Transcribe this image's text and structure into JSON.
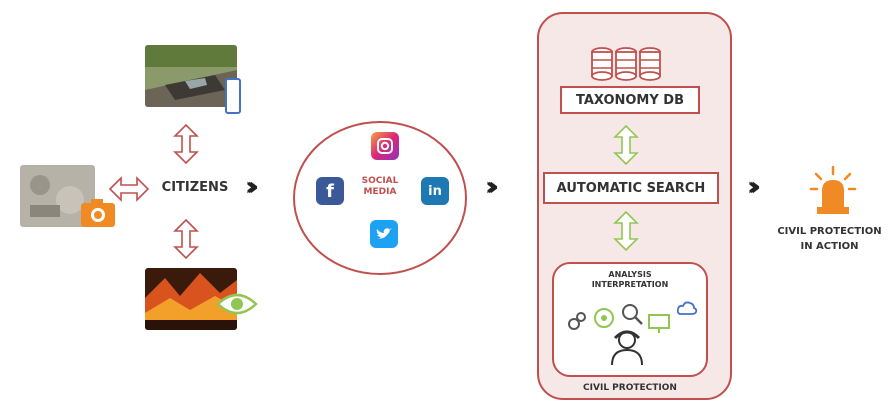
{
  "citizens": {
    "label": "CITIZENS"
  },
  "social": {
    "label_line1": "SOCIAL",
    "label_line2": "MEDIA",
    "facebook_glyph": "f",
    "linkedin_glyph": "in"
  },
  "panel": {
    "taxonomy": "TAXONOMY DB",
    "search": "AUTOMATIC SEARCH",
    "analysis_line1": "ANALYSIS",
    "analysis_line2": "INTERPRETATION",
    "footer": "CIVIL PROTECTION"
  },
  "output": {
    "line1": "CIVIL PROTECTION",
    "line2": "IN ACTION"
  },
  "arrows": "›››",
  "icons": [
    "camera-icon",
    "phone-icon",
    "eye-icon",
    "instagram-icon",
    "facebook-icon",
    "linkedin-icon",
    "twitter-icon",
    "database-icon",
    "siren-icon",
    "person-icon"
  ],
  "colors": {
    "accent_red": "#c0504d",
    "accent_green": "#92c653",
    "accent_orange": "#f08a24",
    "accent_blue": "#4472c4"
  }
}
